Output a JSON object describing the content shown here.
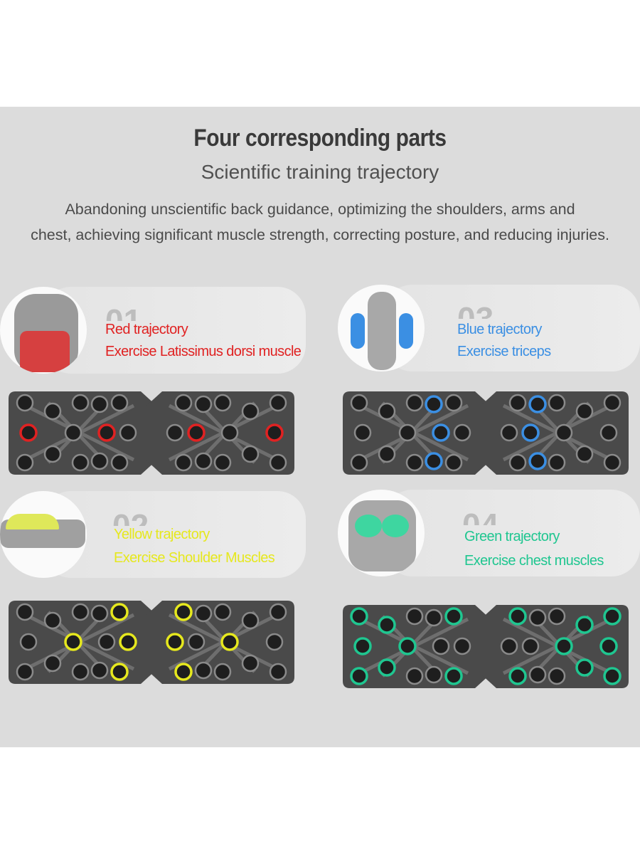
{
  "header": {
    "title": "Four corresponding parts",
    "subtitle": "Scientific training trajectory",
    "description_line1": "Abandoning unscientific back guidance, optimizing the shoulders, arms and",
    "description_line2": "chest, achieving significant muscle strength, correcting posture, and reducing injuries."
  },
  "parts": [
    {
      "number": "01",
      "trajectory": "Red trajectory",
      "exercise": "Exercise Latissimus dorsi muscle",
      "color": "#e02222",
      "muscle_icon": "back-lats-icon"
    },
    {
      "number": "02",
      "trajectory": "Yellow trajectory",
      "exercise": "Exercise Shoulder Muscles",
      "color": "#e6e81e",
      "muscle_icon": "shoulder-icon"
    },
    {
      "number": "03",
      "trajectory": "Blue trajectory",
      "exercise": "Exercise triceps",
      "color": "#3b8fe3",
      "muscle_icon": "triceps-icon"
    },
    {
      "number": "04",
      "trajectory": "Green trajectory",
      "exercise": "Exercise chest muscles",
      "color": "#1fc690",
      "muscle_icon": "chest-icon"
    }
  ]
}
